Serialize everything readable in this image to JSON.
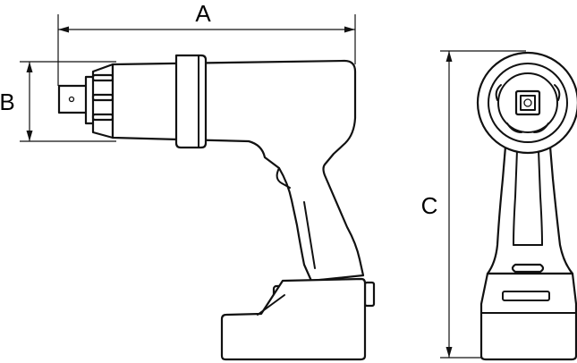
{
  "dimensions": {
    "a_label": "A",
    "b_label": "B",
    "c_label": "C"
  },
  "colors": {
    "line": "#111111",
    "background": "#ffffff"
  }
}
